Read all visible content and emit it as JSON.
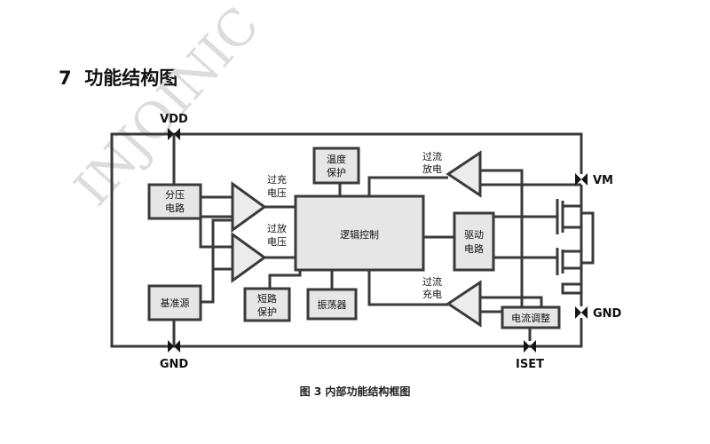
{
  "heading": {
    "number": "7",
    "title": "功能结构图"
  },
  "watermark": "INJOINIC",
  "pins": {
    "vdd": "VDD",
    "vm": "VM",
    "gnd_right": "GND",
    "gnd_bottom": "GND",
    "iset": "ISET"
  },
  "blocks": {
    "divider": [
      "分压",
      "电路"
    ],
    "reference": "基准源",
    "temp_protect": [
      "温度",
      "保护"
    ],
    "logic": "逻辑控制",
    "driver": [
      "驱动",
      "电路"
    ],
    "short_protect": [
      "短路",
      "保护"
    ],
    "oscillator": "振荡器",
    "current_adjust": "电流调整"
  },
  "signals": {
    "overcharge": [
      "过充",
      "电压"
    ],
    "overdischarge": [
      "过放",
      "电压"
    ],
    "overcurrent_discharge": [
      "过流",
      "放电"
    ],
    "overcurrent_charge": [
      "过流",
      "充电"
    ]
  },
  "caption": "图 3  内部功能结构框图"
}
